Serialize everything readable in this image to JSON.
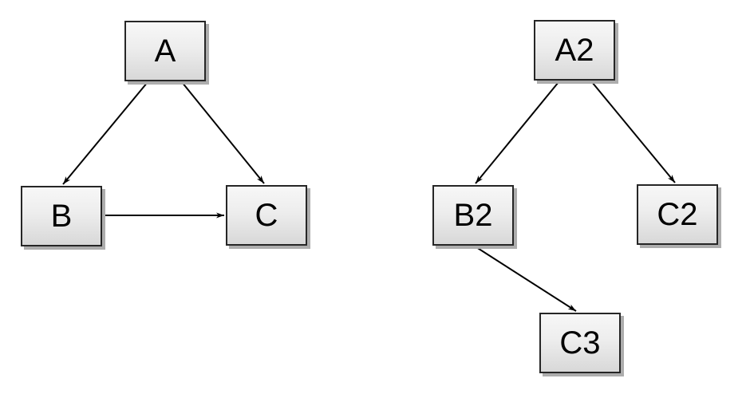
{
  "canvas": {
    "background_color": "#ffffff",
    "node_fill_top": "#f7f7f7",
    "node_fill_bottom": "#d8d8d8",
    "node_border_color": "#262626",
    "node_shadow_color": "#adadad",
    "edge_color": "#000000"
  },
  "nodes": [
    {
      "label": "A"
    },
    {
      "label": "B"
    },
    {
      "label": "C"
    },
    {
      "label": "A2"
    },
    {
      "label": "B2"
    },
    {
      "label": "C2"
    },
    {
      "label": "C3"
    }
  ],
  "edges": [
    {
      "from": "A",
      "to": "B",
      "direction": "down-left"
    },
    {
      "from": "A",
      "to": "C",
      "direction": "down-right"
    },
    {
      "from": "B",
      "to": "C",
      "direction": "right"
    },
    {
      "from": "A2",
      "to": "B2",
      "direction": "down-left"
    },
    {
      "from": "A2",
      "to": "C2",
      "direction": "down-right"
    },
    {
      "from": "B2",
      "to": "C3",
      "direction": "down-right"
    }
  ]
}
